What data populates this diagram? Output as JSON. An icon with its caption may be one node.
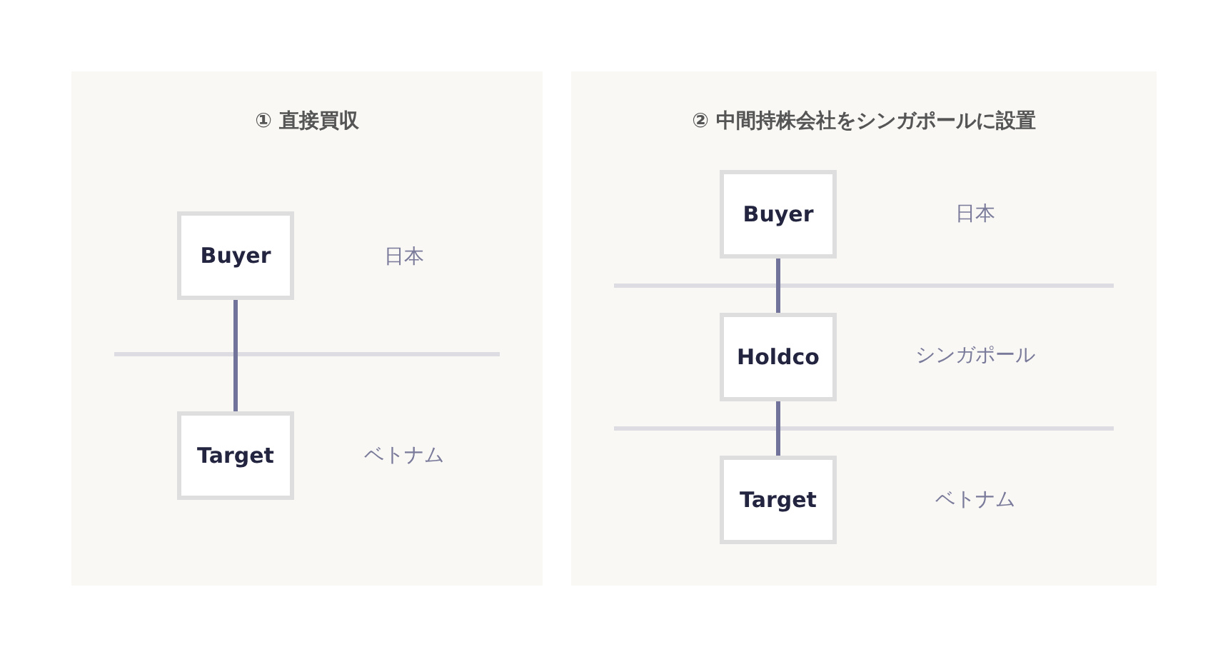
{
  "diagram": {
    "nodes": [
      {
        "text": [
          "① 直接買収"
        ]
      },
      {
        "text": [
          "Buyer"
        ],
        "in": 0
      },
      {
        "text": [
          "Target"
        ],
        "in": 0
      },
      {
        "text": [
          "② 中間持株会社をシンガポールに設置"
        ]
      },
      {
        "text": [
          "Buyer"
        ],
        "in": 3
      },
      {
        "text": [
          "Holdco"
        ],
        "in": 3
      },
      {
        "text": [
          "Target"
        ],
        "in": 3
      }
    ],
    "edges": [
      {
        "from": 1,
        "to": 2,
        "arrow": "none"
      },
      {
        "from": 4,
        "to": 5,
        "arrow": "none"
      },
      {
        "from": 5,
        "to": 6,
        "arrow": "none"
      }
    ],
    "labels": [
      "日本",
      "ベトナム",
      "日本",
      "シンガポール",
      "ベトナム"
    ]
  }
}
